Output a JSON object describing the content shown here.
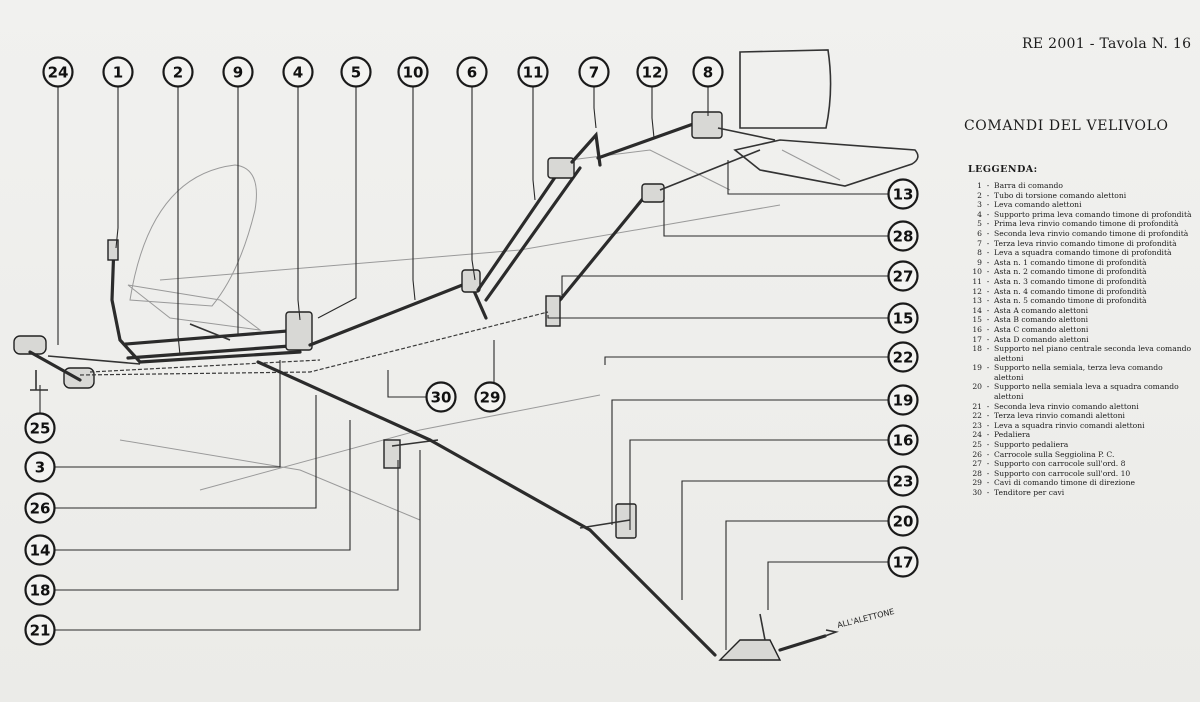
{
  "header": {
    "reference": "RE 2001 - Tavola N. 16",
    "title": "COMANDI DEL VELIVOLO"
  },
  "legend": {
    "heading": "LEGGENDA:",
    "items": [
      {
        "num": "1",
        "text": "Barra di comando"
      },
      {
        "num": "2",
        "text": "Tubo di torsione comando alettoni"
      },
      {
        "num": "3",
        "text": "Leva comando alettoni"
      },
      {
        "num": "4",
        "text": "Supporto prima leva comando timone di profondità"
      },
      {
        "num": "5",
        "text": "Prima leva rinvio comando timone di profondità"
      },
      {
        "num": "6",
        "text": "Seconda leva rinvio comando timone di profondità"
      },
      {
        "num": "7",
        "text": "Terza leva rinvio comando timone di profondità"
      },
      {
        "num": "8",
        "text": "Leva a squadra comando timone di profondità"
      },
      {
        "num": "9",
        "text": "Asta n. 1 comando timone di profondità"
      },
      {
        "num": "10",
        "text": "Asta n. 2 comando timone di profondità"
      },
      {
        "num": "11",
        "text": "Asta n. 3 comando timone di profondità"
      },
      {
        "num": "12",
        "text": "Asta n. 4 comando timone di profondità"
      },
      {
        "num": "13",
        "text": "Asta n. 5 comando timone di profondità"
      },
      {
        "num": "14",
        "text": "Asta A comando alettoni"
      },
      {
        "num": "15",
        "text": "Asta B comando alettoni"
      },
      {
        "num": "16",
        "text": "Asta C comando alettoni"
      },
      {
        "num": "17",
        "text": "Asta D comando alettoni"
      },
      {
        "num": "18",
        "text": "Supporto nel piano centrale seconda leva comando alettoni"
      },
      {
        "num": "19",
        "text": "Supporto nella semiala, terza leva comando alettoni"
      },
      {
        "num": "20",
        "text": "Supporto nella semiala leva a squadra comando alettoni"
      },
      {
        "num": "21",
        "text": "Seconda leva rinvio comando alettoni"
      },
      {
        "num": "22",
        "text": "Terza leva rinvio comandi alettoni"
      },
      {
        "num": "23",
        "text": "Leva a squadra rinvio comandi alettoni"
      },
      {
        "num": "24",
        "text": "Pedaliera"
      },
      {
        "num": "25",
        "text": "Supporto pedaliera"
      },
      {
        "num": "26",
        "text": "Carrocole sulla Seggiolina P. C."
      },
      {
        "num": "27",
        "text": "Supporto con carrocole sull'ord. 8"
      },
      {
        "num": "28",
        "text": "Supporto con carrocole sull'ord. 10"
      },
      {
        "num": "29",
        "text": "Cavi di comando timone di direzione"
      },
      {
        "num": "30",
        "text": "Tenditore per cavi"
      }
    ]
  },
  "diagram": {
    "aileron_note": "ALL'ALETTONE",
    "callouts_top": [
      "24",
      "1",
      "2",
      "9",
      "4",
      "5",
      "10",
      "6",
      "11",
      "7",
      "12",
      "8"
    ],
    "callouts_right": [
      "13",
      "28",
      "27",
      "15",
      "22",
      "19",
      "16",
      "23",
      "20",
      "17"
    ],
    "callouts_left": [
      "25",
      "3",
      "26",
      "14",
      "18",
      "21"
    ],
    "callouts_inner": [
      "30",
      "29"
    ]
  }
}
